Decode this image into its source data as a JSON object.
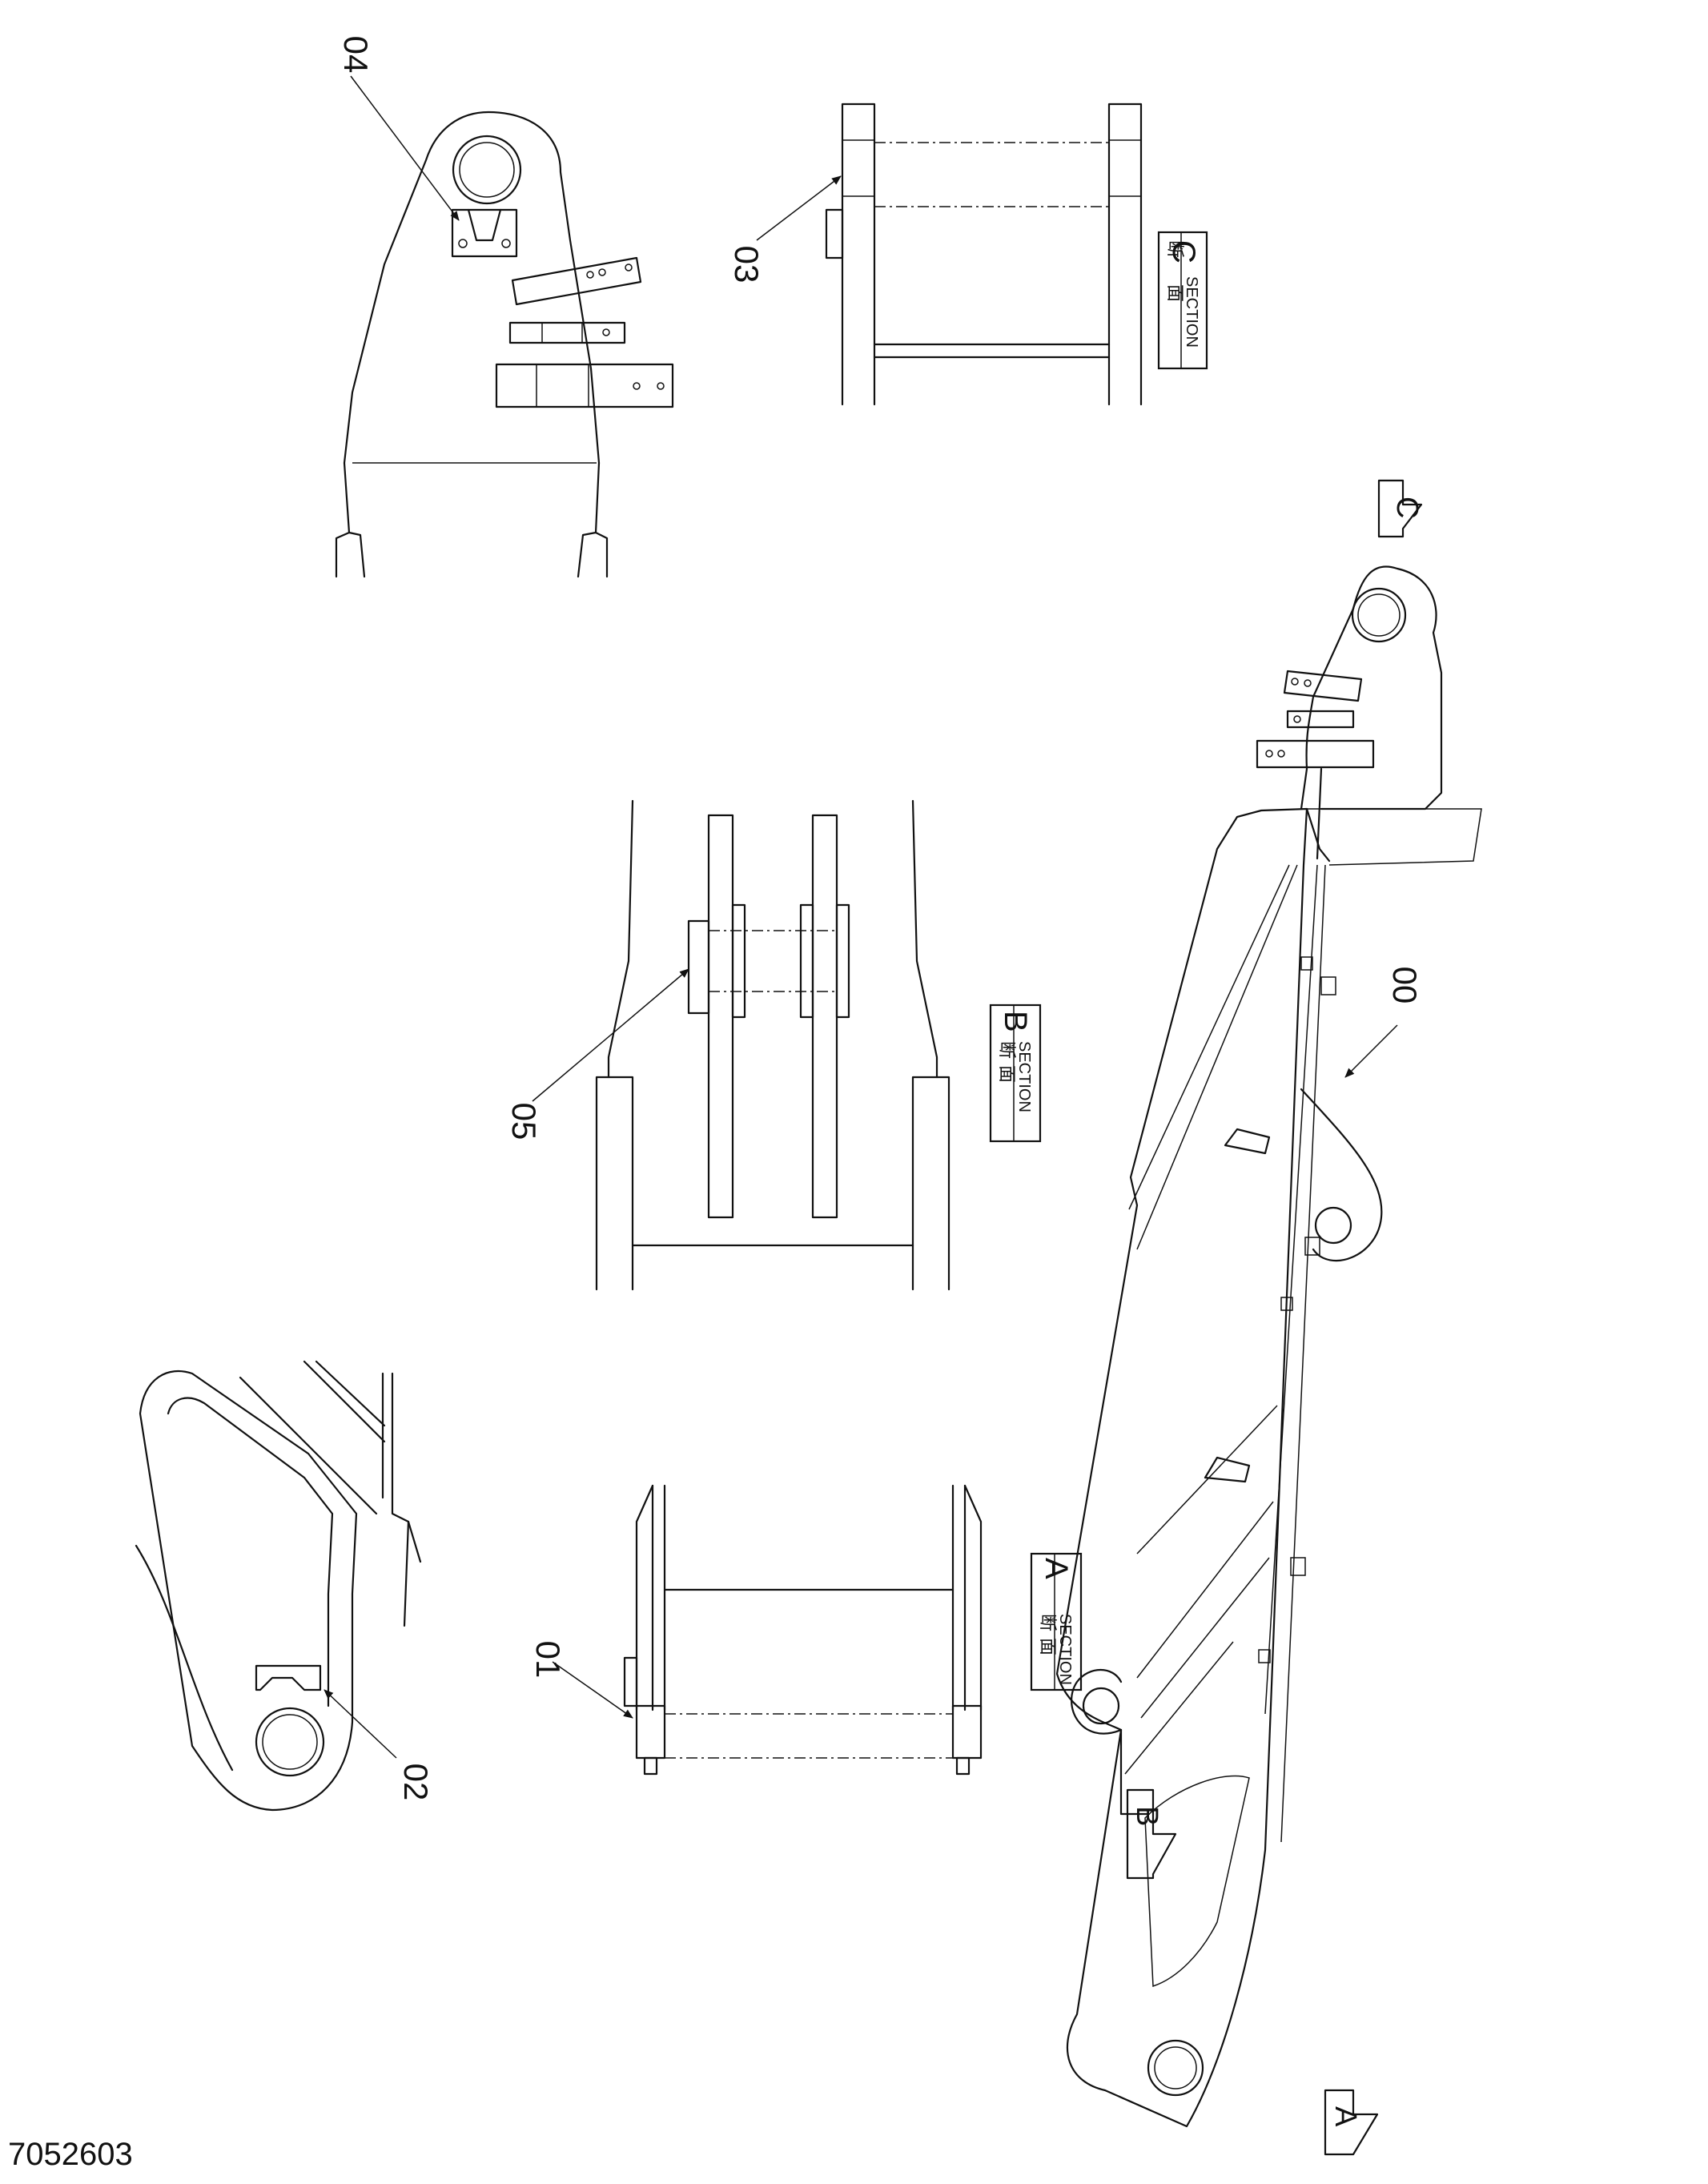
{
  "callouts": [
    "00",
    "01",
    "02",
    "03",
    "04",
    "05"
  ],
  "sections": [
    {
      "id": "A",
      "kanji_1": "断",
      "kanji_2": "面",
      "word": "SECTION"
    },
    {
      "id": "B",
      "kanji_1": "断",
      "kanji_2": "面",
      "word": "SECTION"
    },
    {
      "id": "C",
      "kanji_1": "断",
      "kanji_2": "面",
      "word": "SECTION"
    }
  ],
  "view_markers": [
    "A",
    "B",
    "C"
  ],
  "drawing_number": "7052603"
}
